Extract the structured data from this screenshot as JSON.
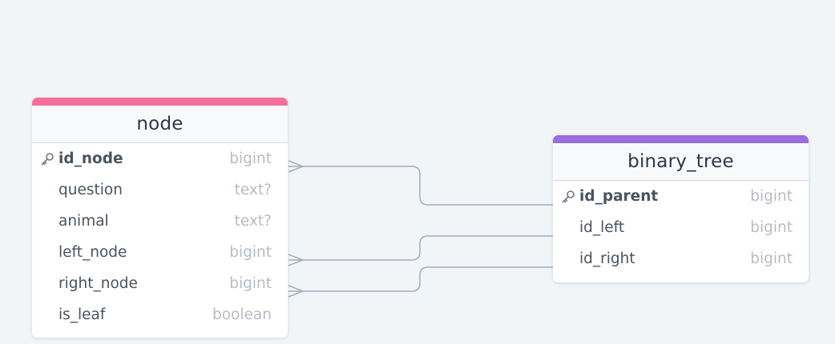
{
  "colors": {
    "node_accent": "#f56f99",
    "binary_tree_accent": "#9b6be0",
    "edge": "#a3afbc"
  },
  "tables": {
    "node": {
      "name": "node",
      "fields": [
        {
          "name": "id_node",
          "type": "bigint",
          "pk": true
        },
        {
          "name": "question",
          "type": "text?"
        },
        {
          "name": "animal",
          "type": "text?"
        },
        {
          "name": "left_node",
          "type": "bigint"
        },
        {
          "name": "right_node",
          "type": "bigint"
        },
        {
          "name": "is_leaf",
          "type": "boolean"
        }
      ]
    },
    "binary_tree": {
      "name": "binary_tree",
      "fields": [
        {
          "name": "id_parent",
          "type": "bigint",
          "pk": true
        },
        {
          "name": "id_left",
          "type": "bigint"
        },
        {
          "name": "id_right",
          "type": "bigint"
        }
      ]
    }
  },
  "relations": [
    {
      "from": "binary_tree.id_parent",
      "to": "node.id_node",
      "cardinality": "many"
    },
    {
      "from": "binary_tree.id_left",
      "to": "node.left_node",
      "cardinality": "many"
    },
    {
      "from": "binary_tree.id_right",
      "to": "node.right_node",
      "cardinality": "many"
    }
  ]
}
